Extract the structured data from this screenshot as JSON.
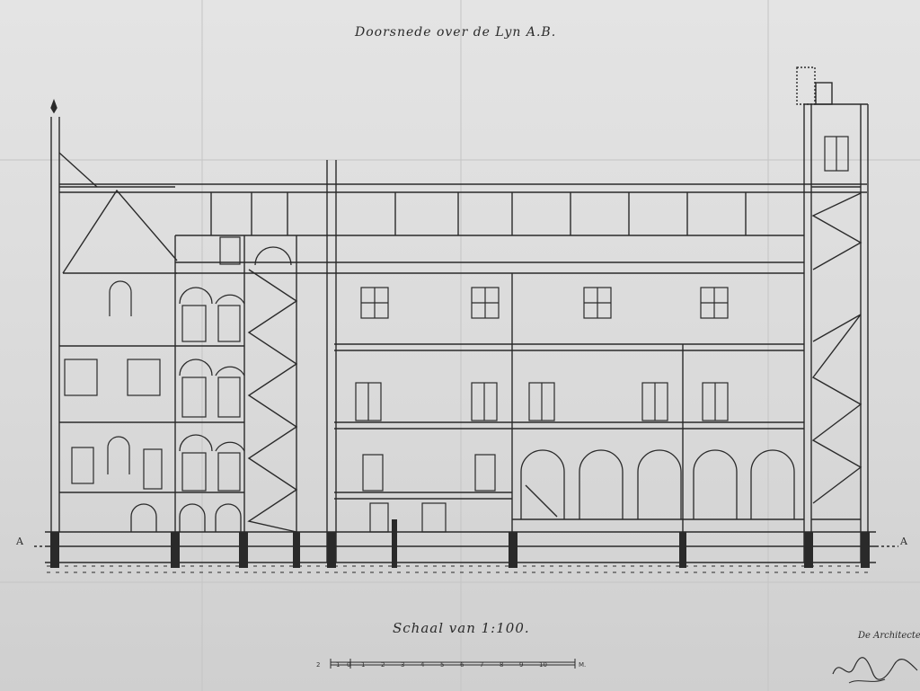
{
  "title": "Doorsnede over de Lyn A.B.",
  "scale_title": "Schaal van 1:100.",
  "axis_marker_left": "A",
  "axis_marker_right": "A",
  "architects_note": "De Architecten",
  "scale_bar": {
    "ticks": [
      "2",
      "1",
      "0",
      "1",
      "2",
      "3",
      "4",
      "5",
      "6",
      "7",
      "8",
      "9",
      "10"
    ],
    "unit": "M."
  },
  "colors": {
    "ink": "#2a2a2a",
    "paper": "#dcdcdc"
  }
}
